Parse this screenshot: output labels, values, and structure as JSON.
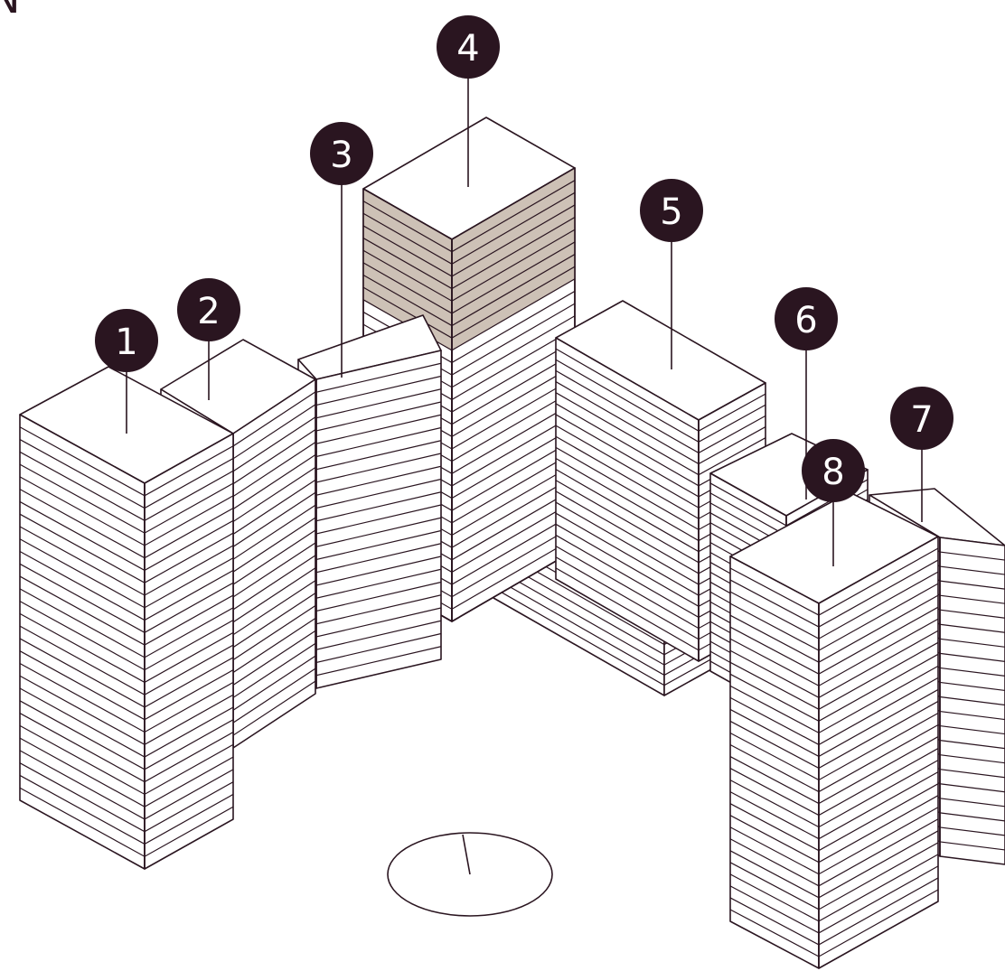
{
  "north_label": "N",
  "buildings": [
    {
      "label": "1",
      "floors": 31,
      "highlighted": false
    },
    {
      "label": "2",
      "floors": 25,
      "highlighted": false
    },
    {
      "label": "3",
      "floors": 24,
      "highlighted": false
    },
    {
      "label": "4",
      "floors": 31,
      "highlighted": true,
      "highlighted_floors": "upper 9"
    },
    {
      "label": "5",
      "floors": 22,
      "highlighted": false
    },
    {
      "label": "6",
      "floors": 20,
      "highlighted": false
    },
    {
      "label": "7",
      "floors": 22,
      "highlighted": false
    },
    {
      "label": "8",
      "floors": 31,
      "highlighted": false
    }
  ],
  "colors": {
    "line": "#2a1520",
    "pin": "#2a1520",
    "highlight": "#cdc1b6",
    "background": "#ffffff"
  }
}
